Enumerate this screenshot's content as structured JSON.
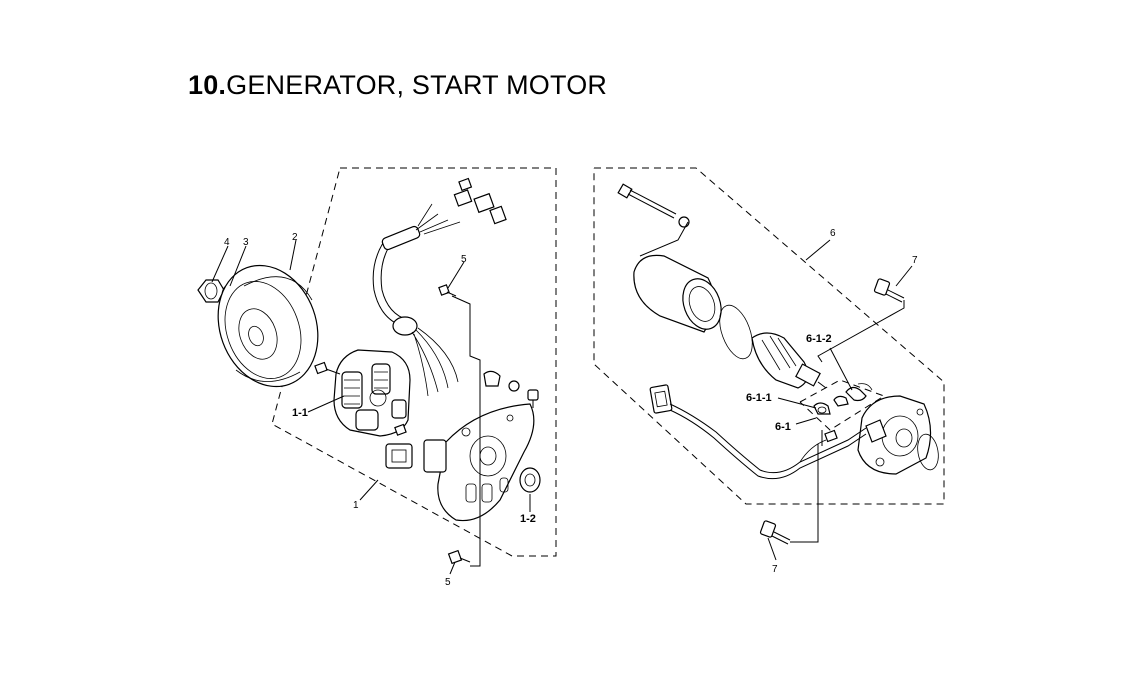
{
  "title": {
    "number": "10.",
    "text": "GENERATOR, START MOTOR"
  },
  "callouts": [
    {
      "key": "c4",
      "label": "4"
    },
    {
      "key": "c3",
      "label": "3"
    },
    {
      "key": "c2",
      "label": "2"
    },
    {
      "key": "c5a",
      "label": "5"
    },
    {
      "key": "c11",
      "label": "1-1"
    },
    {
      "key": "c1",
      "label": "1"
    },
    {
      "key": "c12",
      "label": "1-2"
    },
    {
      "key": "c5b",
      "label": "5"
    },
    {
      "key": "c6",
      "label": "6"
    },
    {
      "key": "c7a",
      "label": "7"
    },
    {
      "key": "c612",
      "label": "6-1-2"
    },
    {
      "key": "c611",
      "label": "6-1-1"
    },
    {
      "key": "c61",
      "label": "6-1"
    },
    {
      "key": "c7b",
      "label": "7"
    }
  ]
}
